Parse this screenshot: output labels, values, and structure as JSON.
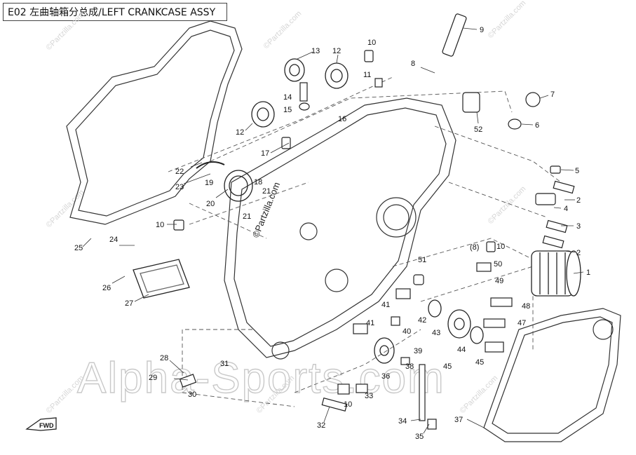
{
  "title": "E02 左曲轴箱分总成/LEFT CRANKCASE ASSY",
  "watermark_main": "Alpha-Sports.com",
  "watermark_small": "©Partzilla.com",
  "watermark_center": "©Partzilla.com",
  "fwd_label": "FWD",
  "callouts": {
    "c1": "1",
    "c2a": "2",
    "c2b": "2",
    "c3": "3",
    "c4": "4",
    "c5": "5",
    "c6": "6",
    "c7": "7",
    "c8": "8",
    "c9": "9",
    "c10a": "10",
    "c10b": "10",
    "c10c": "10",
    "c10d": "10",
    "c11": "11",
    "c12a": "12",
    "c12b": "12",
    "c13": "13",
    "c14": "14",
    "c15": "15",
    "c16": "16",
    "c17": "17",
    "c18": "18",
    "c19": "19",
    "c20": "20",
    "c21a": "21",
    "c21b": "21",
    "c22": "22",
    "c23": "23",
    "c24": "24",
    "c25": "25",
    "c26": "26",
    "c27": "27",
    "c28": "28",
    "c29": "29",
    "c30": "30",
    "c31": "31",
    "c32": "32",
    "c33": "33",
    "c34": "34",
    "c35": "35",
    "c36": "36",
    "c37": "37",
    "c38": "38",
    "c39": "39",
    "c40": "40",
    "c41a": "41",
    "c41b": "41",
    "c42": "42",
    "c43": "43",
    "c44": "44",
    "c45a": "45",
    "c45b": "45",
    "c47": "47",
    "c48": "48",
    "c49": "49",
    "c50": "50",
    "c51": "51",
    "c52": "52",
    "c8b": "(8)"
  }
}
